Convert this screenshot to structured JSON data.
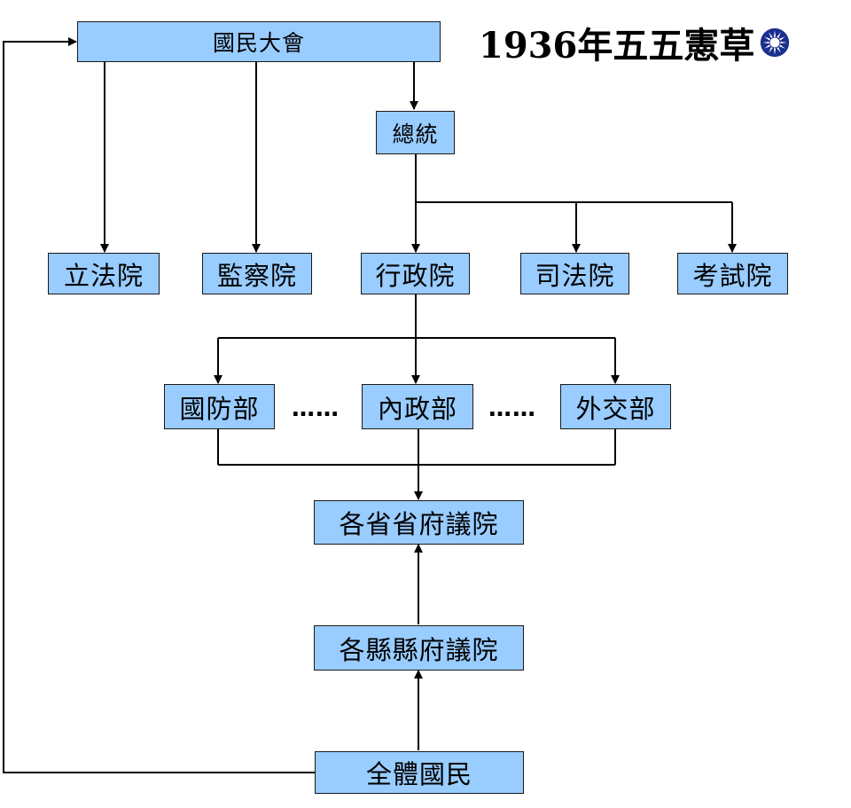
{
  "title": "1936年五五憲草",
  "emblem_icon": "sun-emblem-icon",
  "colors": {
    "node_fill": "#99ccff",
    "line": "#000000",
    "emblem_blue": "#1a2f8f"
  },
  "nodes": {
    "national_assembly": "國民大會",
    "president": "總統",
    "legislative_yuan": "立法院",
    "control_yuan": "監察院",
    "executive_yuan": "行政院",
    "judicial_yuan": "司法院",
    "examination_yuan": "考試院",
    "ministry_defense": "國防部",
    "ministry_interior": "內政部",
    "ministry_foreign": "外交部",
    "provincial_councils": "各省省府議院",
    "county_councils": "各縣縣府議院",
    "all_citizens": "全體國民"
  },
  "ellipsis": "……"
}
